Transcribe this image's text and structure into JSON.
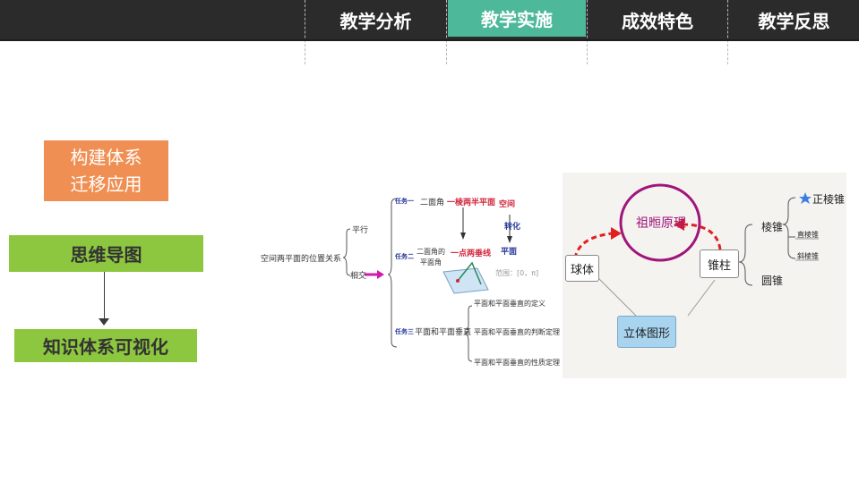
{
  "nav": {
    "tabs": [
      {
        "label": "教学分析",
        "active": false
      },
      {
        "label": "教学实施",
        "active": true
      },
      {
        "label": "成效特色",
        "active": false
      },
      {
        "label": "教学反思",
        "active": false
      }
    ]
  },
  "left": {
    "orange_line1": "构建体系",
    "orange_line2": "迁移应用",
    "mindmap_label": "思维导图",
    "visual_label": "知识体系可视化"
  },
  "mindmap": {
    "root": "空间两平面的位置关系",
    "parallel": "平行",
    "intersect": "相交",
    "task1": "任务一",
    "task2": "任务二",
    "task3": "任务三",
    "dihedral": "二面角",
    "dihedral_plane1": "二面角的",
    "dihedral_plane2": "平面角",
    "half_planes": "一棱两半平面",
    "point_two_lines": "一点两垂线",
    "space": "空间",
    "convert": "转化",
    "plane": "平面",
    "range": "范围：[0，π]",
    "perpendicular": "平面和平面垂直",
    "definition": "平面和平面垂直的定义",
    "theorem": "平面和平面垂直的判断定理",
    "property": "平面和平面垂直的性质定理"
  },
  "diagram": {
    "principle": "祖暅原理",
    "sphere": "球体",
    "cone_cyl": "锥柱",
    "solid": "立体图形",
    "pyramid": "棱锥",
    "cone": "圆锥",
    "regular_pyramid": "正棱锥",
    "right_pyramid": "直棱锥",
    "oblique_pyramid": "斜棱锥"
  },
  "colors": {
    "topbar": "#2b2b2b",
    "active_tab": "#4db89a",
    "orange": "#f08f53",
    "green": "#8dc63f",
    "red_arrow": "#e02020",
    "purple_circle": "#a0157a",
    "blue_box": "#a8d4f0"
  }
}
